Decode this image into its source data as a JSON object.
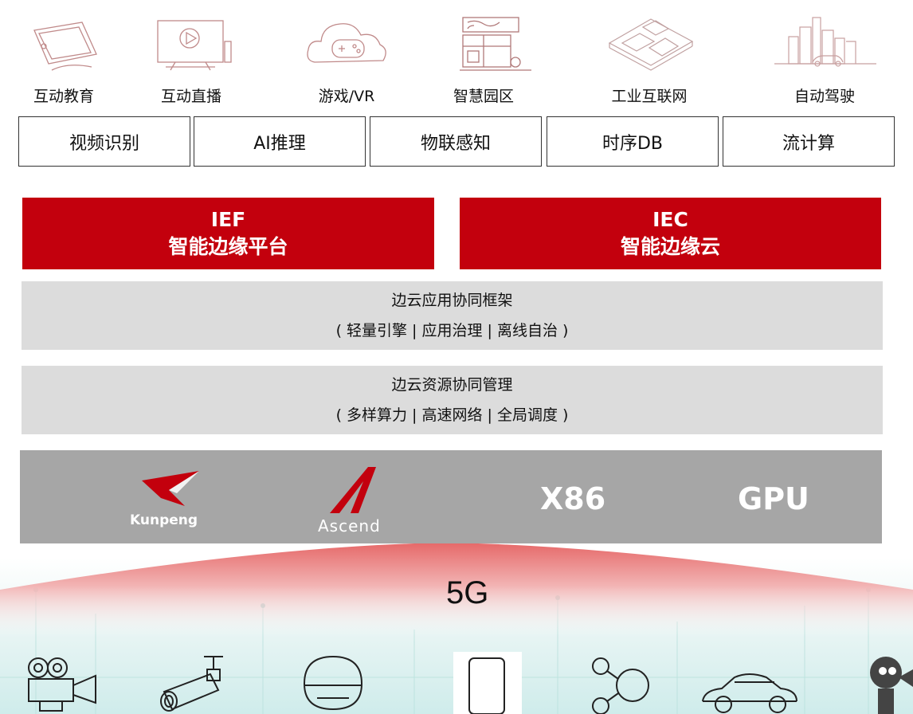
{
  "applications": [
    {
      "label": "互动教育",
      "icon": "tablet-education-icon"
    },
    {
      "label": "互动直播",
      "icon": "live-tv-icon"
    },
    {
      "label": "游戏/VR",
      "icon": "cloud-gamepad-icon"
    },
    {
      "label": "智慧园区",
      "icon": "smart-park-icon"
    },
    {
      "label": "工业互联网",
      "icon": "industrial-internet-icon"
    },
    {
      "label": "自动驾驶",
      "icon": "city-car-icon"
    }
  ],
  "services": [
    "视频识别",
    "AI推理",
    "物联感知",
    "时序DB",
    "流计算"
  ],
  "platforms": {
    "ief": {
      "line1": "IEF",
      "line2": "智能边缘平台"
    },
    "iec": {
      "line1": "IEC",
      "line2": "智能边缘云"
    }
  },
  "frameworks": [
    {
      "title": "边云应用协同框架",
      "detail": "( 轻量引擎 | 应用治理 | 离线自治 )"
    },
    {
      "title": "边云资源协同管理",
      "detail": "( 多样算力 | 高速网络 | 全局调度 )"
    }
  ],
  "hardware": {
    "kunpeng": "Kunpeng",
    "ascend": "Ascend",
    "x86": "X86",
    "gpu": "GPU"
  },
  "network": "5G",
  "devices": [
    "video-camera-icon",
    "surveillance-camera-icon",
    "vr-headset-icon",
    "smartphone-icon",
    "network-nodes-icon",
    "car-icon",
    "robot-icon"
  ],
  "colors": {
    "accent_red": "#c3000d",
    "panel_grey": "#dcdcdc",
    "hardware_grey": "#a6a6a6"
  }
}
